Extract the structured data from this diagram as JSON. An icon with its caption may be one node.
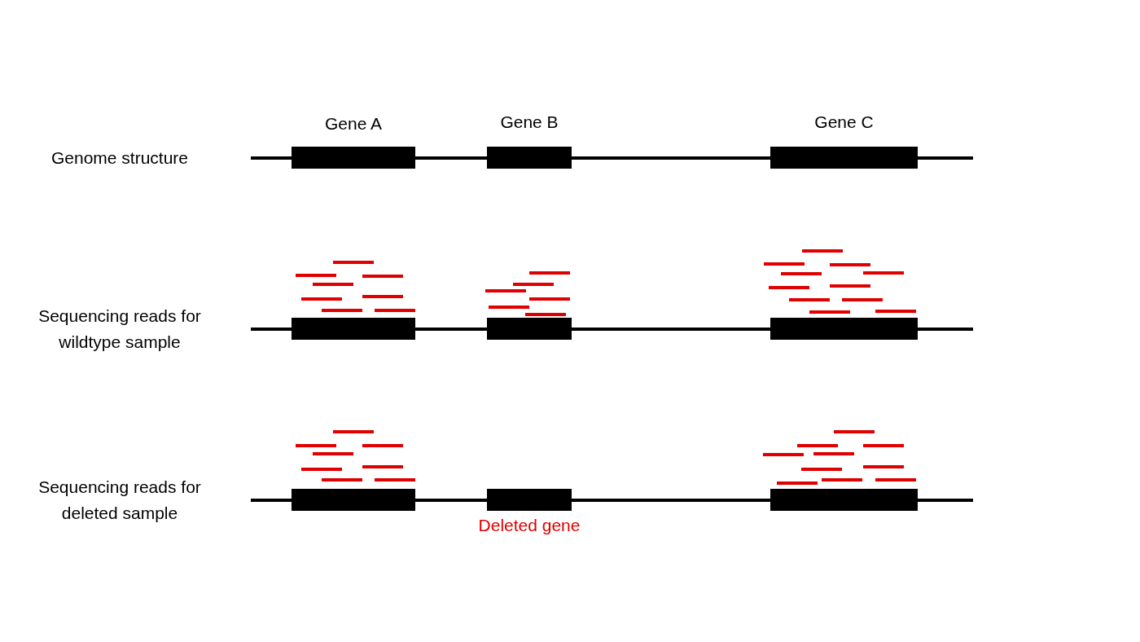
{
  "diagram": {
    "nodes": [
      {
        "text": [
          "Gene A"
        ]
      },
      {
        "text": [
          "Gene B"
        ]
      },
      {
        "text": [
          "Gene C"
        ]
      },
      {
        "text": [],
        "shape": "bar"
      },
      {
        "text": [],
        "shape": "bar"
      },
      {
        "text": [],
        "shape": "bar"
      },
      {
        "text": [],
        "shape": "bar"
      },
      {
        "text": [],
        "shape": "bar",
        "beside": [
          "Deleted gene"
        ]
      },
      {
        "text": [],
        "shape": "bar"
      }
    ],
    "edges": [],
    "labels": [
      "Genome structure",
      "Sequencing reads for wildtype sample",
      "Sequencing reads for deleted sample"
    ]
  }
}
